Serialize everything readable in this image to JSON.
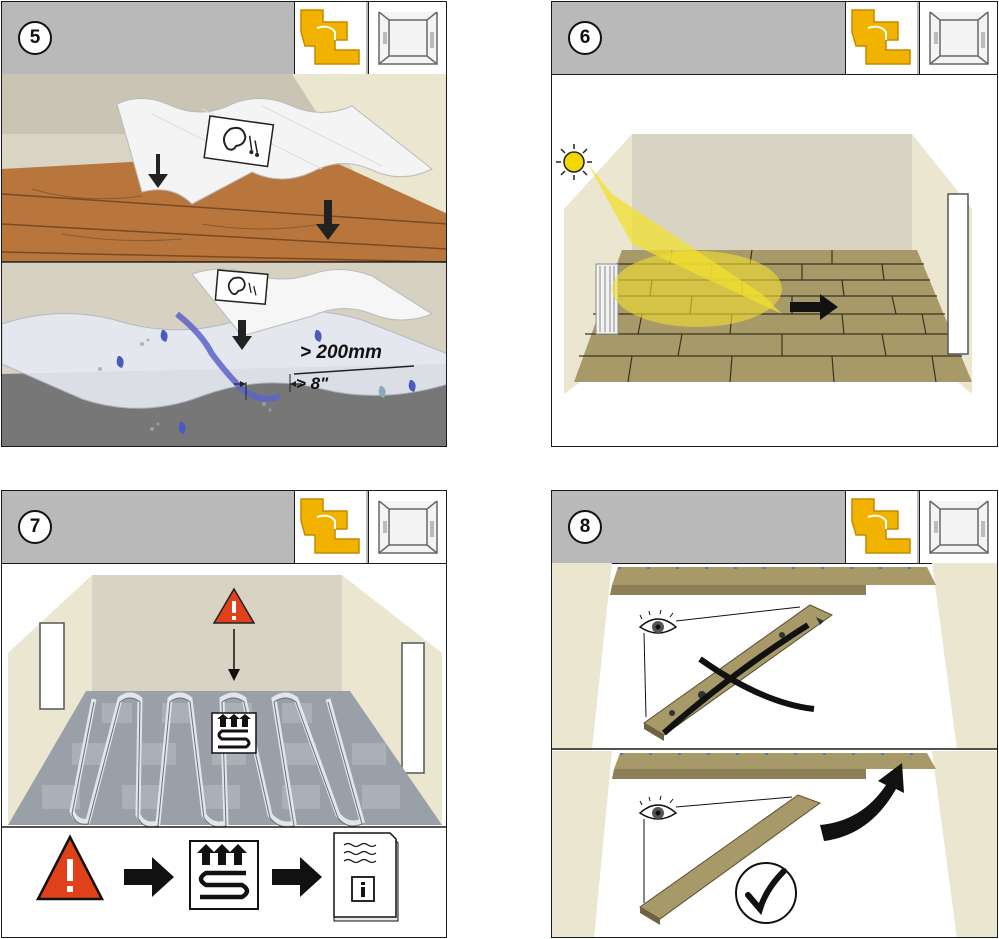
{
  "panels": [
    {
      "number": "5"
    },
    {
      "number": "6"
    },
    {
      "number": "7"
    },
    {
      "number": "8"
    }
  ],
  "step5": {
    "distance_metric": "> 200mm",
    "distance_imperial": "> 8\""
  },
  "icons": [
    "hand-place-icon",
    "room-icon",
    "ear-sound-icon",
    "sun-icon",
    "warning-icon",
    "underfloor-heating-icon",
    "info-document-icon",
    "eye-icon",
    "checkmark-icon",
    "cross-icon",
    "arrow-right-icon"
  ],
  "colors": {
    "header_gray": "#b9b9b9",
    "icon_yellow": "#f2b300",
    "warning_red": "#e0401a",
    "wood": "#b8763d",
    "foam_blue": "#5a64c8",
    "tile": "#a89a68"
  }
}
